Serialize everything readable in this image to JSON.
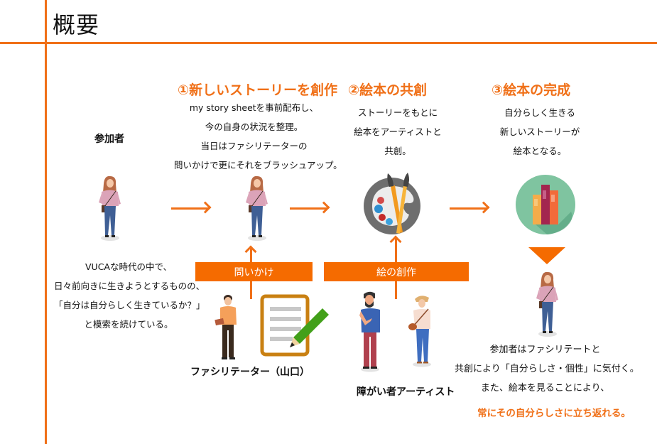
{
  "page": {
    "title": "概要"
  },
  "colors": {
    "accent": "#f07018",
    "label_box": "#f56b00"
  },
  "participant": {
    "label": "参加者",
    "description": [
      "VUCAな時代の中で、",
      "日々前向きに生きようとするものの、",
      "「自分は自分らしく生きているか？」",
      "と模索を続けている。"
    ]
  },
  "steps": [
    {
      "title": "①新しいストーリーを創作",
      "description": [
        "my story sheetを事前配布し、",
        "今の自身の状況を整理。",
        "当日はファシリテーターの",
        "問いかけで更にそれをブラッシュアップ。"
      ]
    },
    {
      "title": "②絵本の共創",
      "description": [
        "ストーリーをもとに",
        "絵本をアーティストと",
        "共創。"
      ]
    },
    {
      "title": "③絵本の完成",
      "description": [
        "自分らしく生きる",
        "新しいストーリーが",
        "絵本となる。"
      ]
    }
  ],
  "tags": {
    "questioning": "問いかけ",
    "art_creation": "絵の創作"
  },
  "facilitator": {
    "label": "ファシリテーター（山口）"
  },
  "artist": {
    "label": "障がい者アーティスト"
  },
  "outcome": {
    "lines": [
      "参加者はファシリテートと",
      "共創により「自分らしさ・個性」に気付く。",
      "また、絵本を見ることにより、"
    ],
    "highlight": "常にその自分らしさに立ち返れる。"
  },
  "icons": {
    "participant": "woman-walking-icon",
    "palette": "paint-palette-icon",
    "books": "books-icon",
    "facilitator": "man-standing-icon",
    "notepad": "notepad-pencil-icon",
    "artist_man": "bearded-man-icon",
    "artist_woman": "woman-with-bag-icon"
  }
}
